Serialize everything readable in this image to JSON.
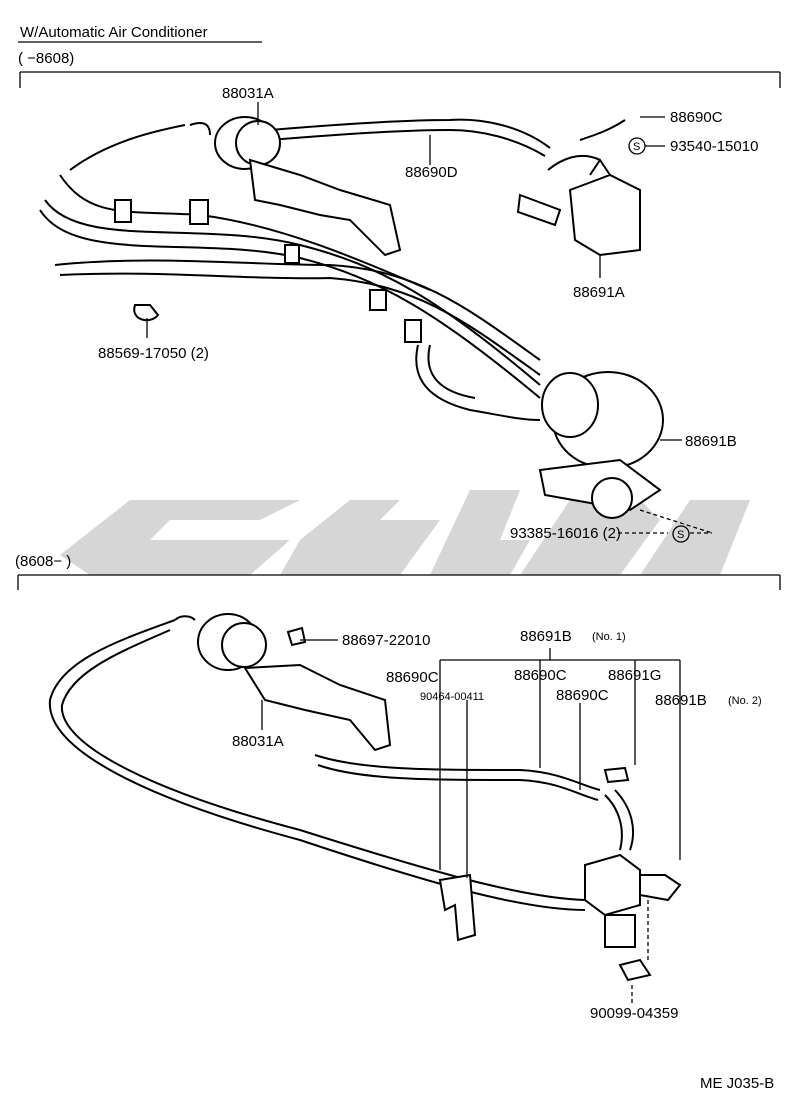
{
  "header": {
    "title": "W/Automatic Air Conditioner",
    "range_top": "(        −8608)",
    "range_bottom": "(8608−          )"
  },
  "top_labels": {
    "l88031A": "88031A",
    "l88690C": "88690C",
    "l93540": "93540-15010",
    "l88690D": "88690D",
    "l88691A": "88691A",
    "l88569": "88569-17050 (2)",
    "l88691B": "88691B",
    "l93385": "93385-16016 (2)",
    "s_top": "S",
    "s_bottom": "S"
  },
  "bottom_labels": {
    "l88697": "88697-22010",
    "l88691B_no1": "88691B",
    "no1": "(No. 1)",
    "l88690C_a": "88690C",
    "l88690C_b": "88690C",
    "l88691G": "88691G",
    "l90464": "90464-00411",
    "l88690C_c": "88690C",
    "l88691B_no2": "88691B",
    "no2": "(No. 2)",
    "l88031A": "88031A",
    "l90099": "90099-04359"
  },
  "footer": {
    "code": "ME  J035-B"
  },
  "colors": {
    "line": "#000000",
    "watermark": "#cfcfcf",
    "background": "#ffffff"
  }
}
